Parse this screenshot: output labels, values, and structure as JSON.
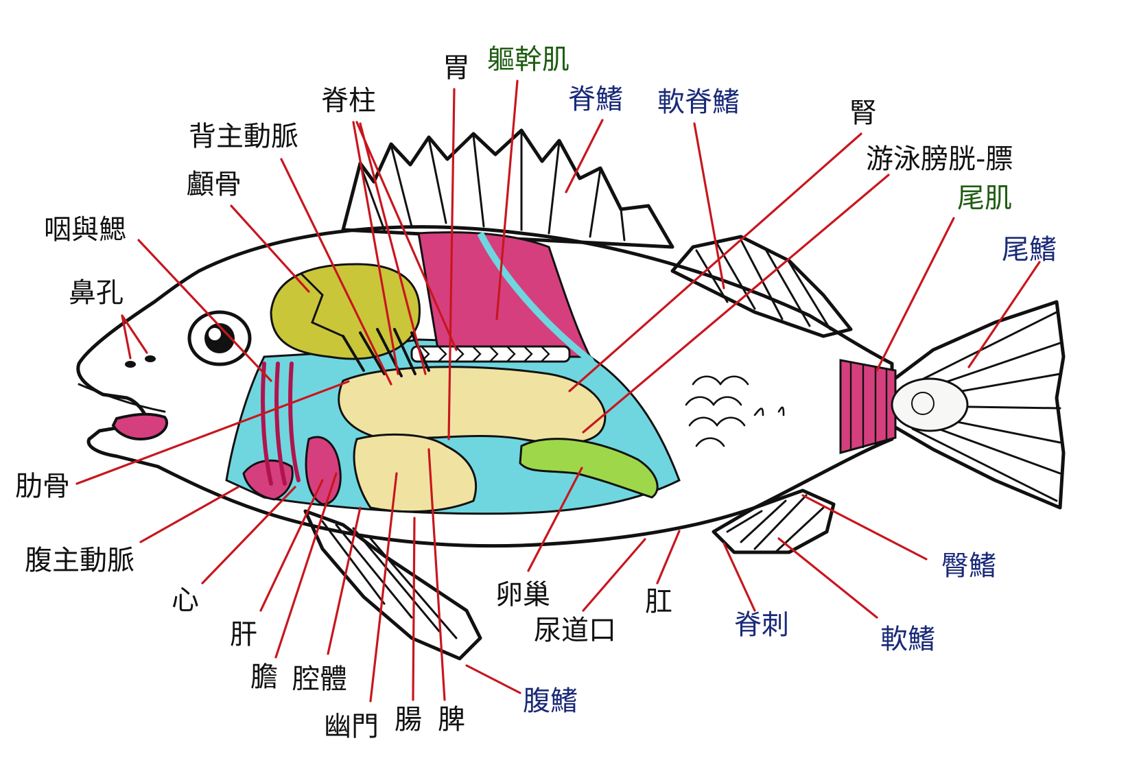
{
  "labels": {
    "wei": "胃",
    "qu_gan_ji": "軀幹肌",
    "ji_zhu": "脊柱",
    "ji_qi": "脊鰭",
    "ruan_ji_qi": "軟脊鰭",
    "shen": "腎",
    "bei_zhu_dong_mai": "背主動脈",
    "you_yong_pang_guang": "游泳膀胱-膘",
    "lu_gu": "顱骨",
    "wei_ji": "尾肌",
    "yan_yu_sai": "咽與鰓",
    "wei_qi": "尾鰭",
    "bi_kong": "鼻孔",
    "le_gu": "肋骨",
    "fu_zhu_dong_mai": "腹主動脈",
    "xin": "心",
    "gan": "肝",
    "dan": "膽",
    "qiang_ti": "腔體",
    "you_men": "幽門",
    "chang": "腸",
    "pi": "脾",
    "fu_qi": "腹鰭",
    "luan_chao": "卵巢",
    "niao_dao_kou": "尿道口",
    "gang": "肛",
    "ji_ci": "脊刺",
    "tun_qi": "臀鰭",
    "ruan_qi": "軟鰭"
  },
  "colors": {
    "leader_line": "#c8161e",
    "label_black": "#111111",
    "label_green": "#1f5c12",
    "label_blue": "#1a2a78",
    "body_fill": "#eef0ed",
    "skull": "#c9c63a",
    "trunk_muscle": "#d63f7e",
    "cavity": "#6fd6df",
    "organs_yellow": "#f0e3a2",
    "ovary": "#9ed84a",
    "tail_muscle": "#d63f7e"
  }
}
